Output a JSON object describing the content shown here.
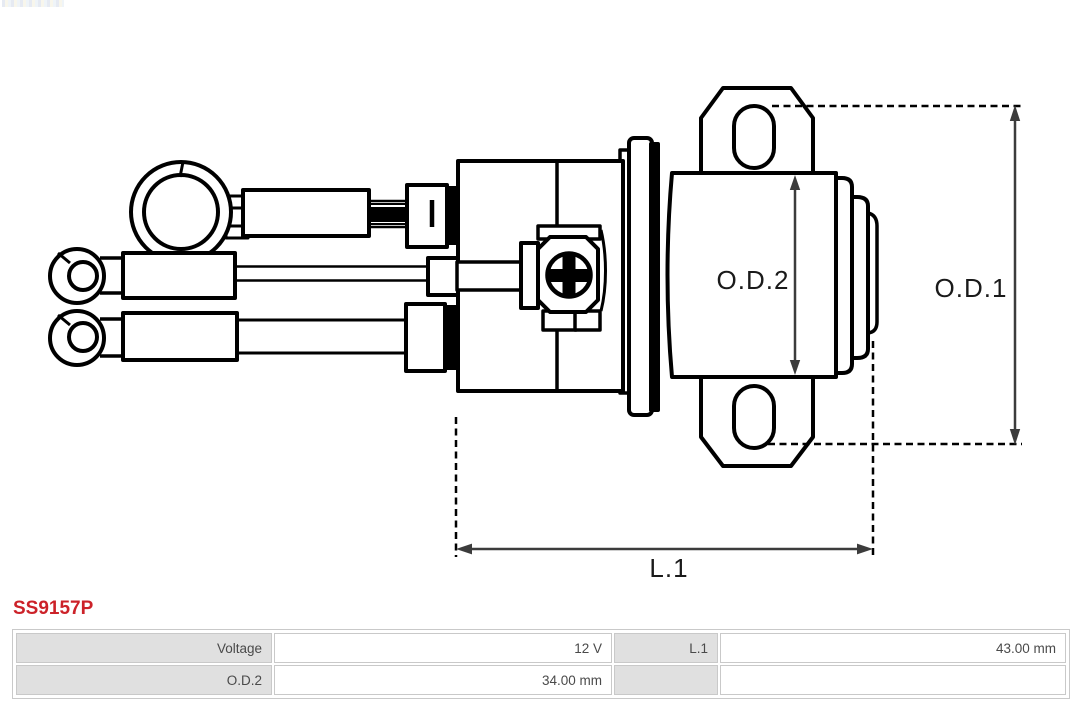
{
  "part_number": "SS9157P",
  "diagram": {
    "labels": {
      "od1": "O.D.1",
      "od2": "O.D.2",
      "l1": "L.1"
    }
  },
  "specs_table": {
    "rows": [
      {
        "cells": [
          {
            "text": "Voltage"
          },
          {
            "text": "12 V"
          },
          {
            "text": "L.1"
          },
          {
            "text": "43.00 mm"
          }
        ]
      },
      {
        "cells": [
          {
            "text": "O.D.2"
          },
          {
            "text": "34.00 mm"
          },
          {
            "text": ""
          },
          {
            "text": ""
          }
        ]
      }
    ]
  },
  "colors": {
    "line": "#000000",
    "dimension": "#3c3c3c",
    "label_text": "#1a1a1a",
    "part_number": "#cc2229",
    "table_label_bg": "#e0e0e0",
    "table_border": "#c9c9c9",
    "table_text": "#4a4a4a"
  }
}
